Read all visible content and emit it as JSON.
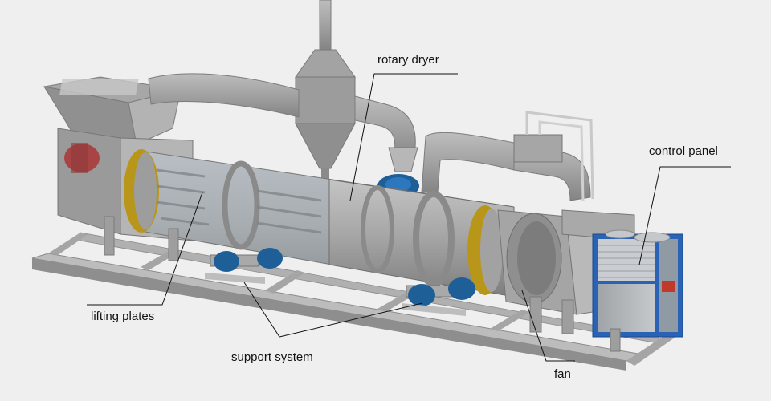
{
  "labels": {
    "rotary_dryer": "rotary dryer",
    "control_panel": "control panel",
    "lifting_plates": "lifting plates",
    "support_system": "support system",
    "fan": "fan"
  },
  "colors": {
    "background": "#efefef",
    "machine_gray": "#9a9a9a",
    "frame_gray": "#b8b8b8",
    "ring_yellow": "#b8961a",
    "bearing_blue": "#1f5f98",
    "panel_blue": "#2a63b5",
    "burner_red": "#a84444",
    "leader_line": "#111111"
  }
}
